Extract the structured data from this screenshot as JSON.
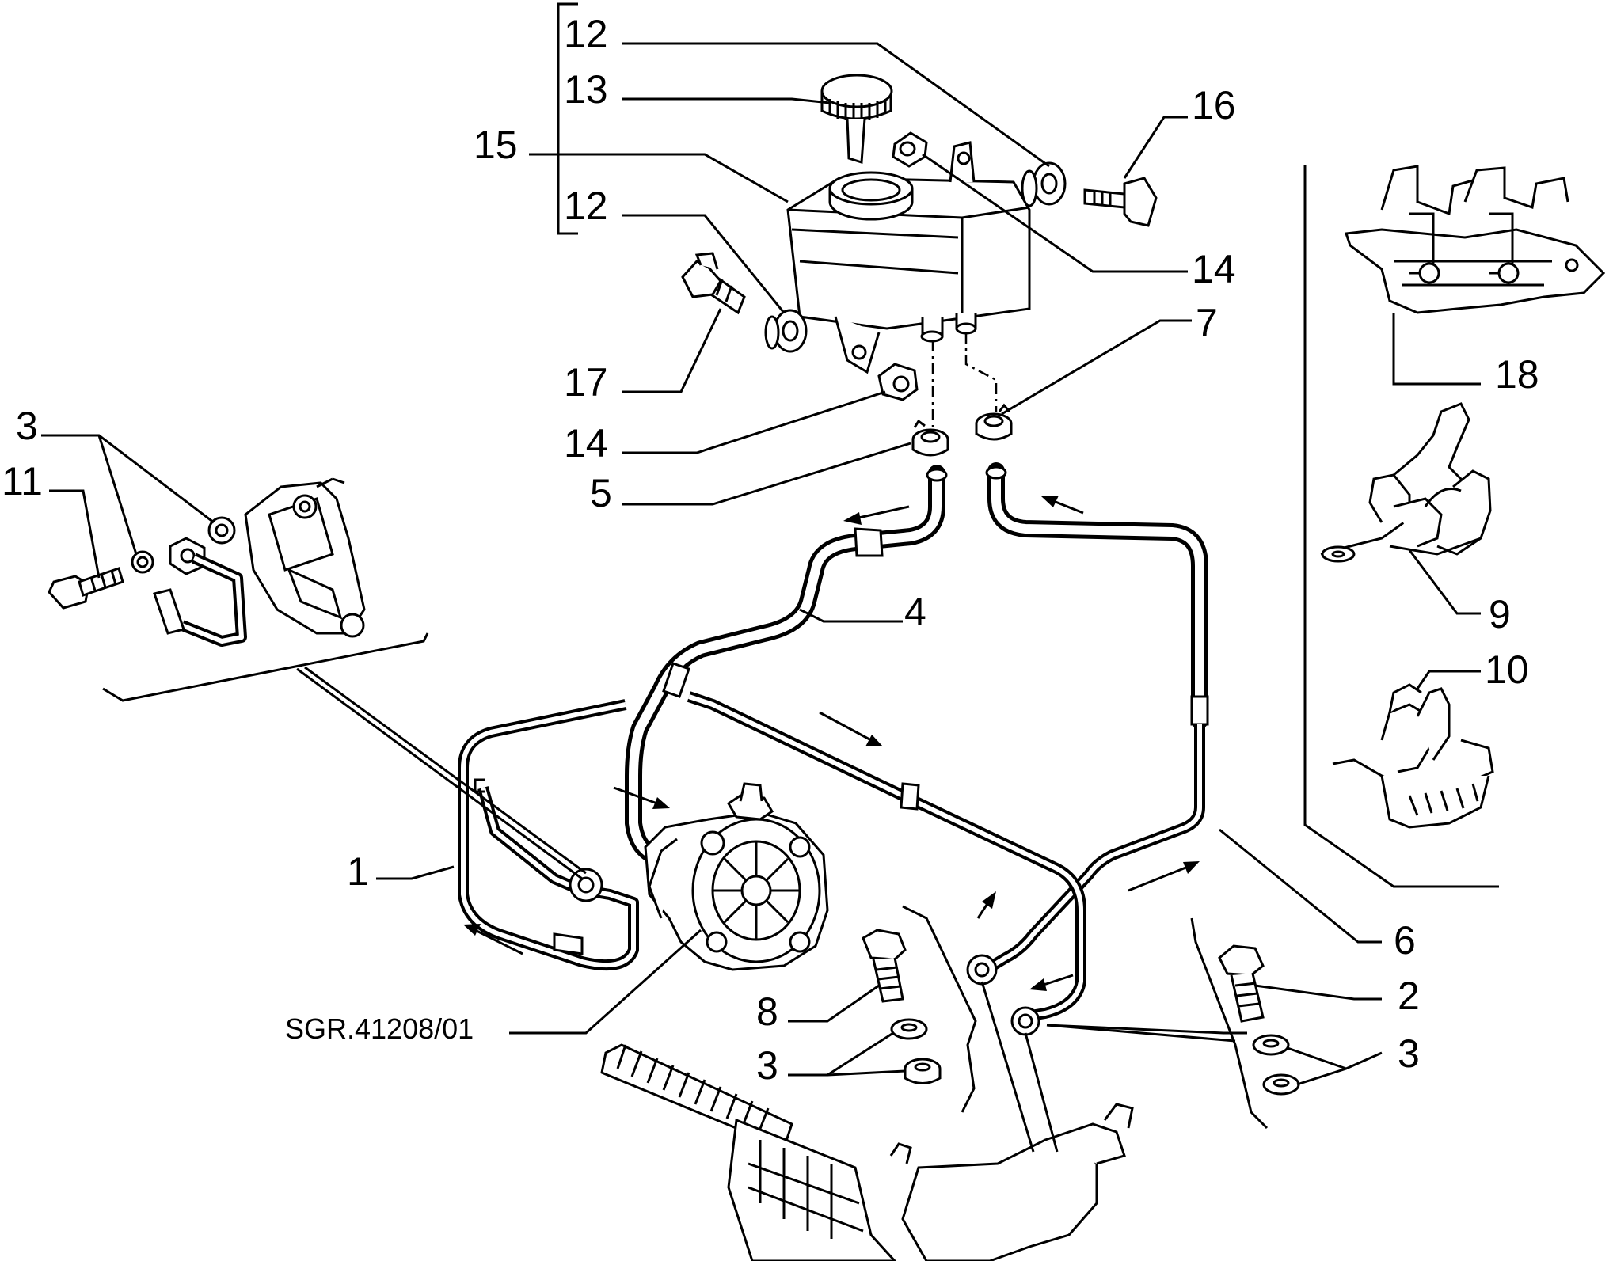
{
  "diagram": {
    "drawing_reference": "SGR.41208/01",
    "callouts": {
      "c12_top": "12",
      "c13": "13",
      "c15": "15",
      "c12_mid": "12",
      "c16": "16",
      "c14_right": "14",
      "c17": "17",
      "c14_left": "14",
      "c7": "7",
      "c5": "5",
      "c18": "18",
      "c3_left": "3",
      "c11": "11",
      "c4": "4",
      "c9": "9",
      "c10": "10",
      "c1": "1",
      "c6": "6",
      "c8": "8",
      "c2": "2",
      "c3_bottom_left": "3",
      "c3_bottom_right": "3"
    }
  }
}
